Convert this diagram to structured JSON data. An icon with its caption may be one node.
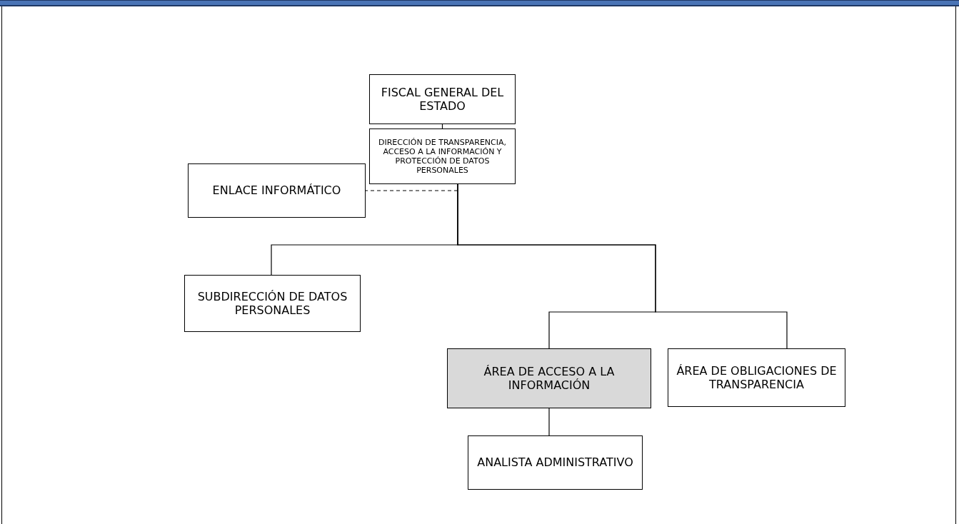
{
  "diagram": {
    "nodes": [
      {
        "text": [
          "FISCAL GENERAL DEL ESTADO"
        ]
      },
      {
        "text": [
          "DIRECCIÓN DE TRANSPARENCIA, ACCESO A LA INFORMACIÓN Y PROTECCIÓN DE DATOS PERSONALES"
        ]
      },
      {
        "text": [
          "ENLACE INFORMÁTICO"
        ]
      },
      {
        "text": [
          "SUBDIRECCIÓN DE DATOS PERSONALES"
        ]
      },
      {
        "text": [
          "ÁREA DE ACCESO A LA INFORMACIÓN"
        ]
      },
      {
        "text": [
          "ÁREA DE OBLIGACIONES DE TRANSPARENCIA"
        ]
      },
      {
        "text": [
          "ANALISTA ADMINISTRATIVO"
        ]
      }
    ],
    "edges": [
      {
        "from": 0,
        "to": 1,
        "arrow": "none"
      },
      {
        "from": 1,
        "to": 2,
        "arrow": "none",
        "style": "dashed"
      },
      {
        "from": 1,
        "to": 3,
        "arrow": "none"
      },
      {
        "from": 1,
        "to": 4,
        "arrow": "none"
      },
      {
        "from": 1,
        "to": 5,
        "arrow": "none"
      },
      {
        "from": 4,
        "to": 6,
        "arrow": "none"
      }
    ]
  }
}
